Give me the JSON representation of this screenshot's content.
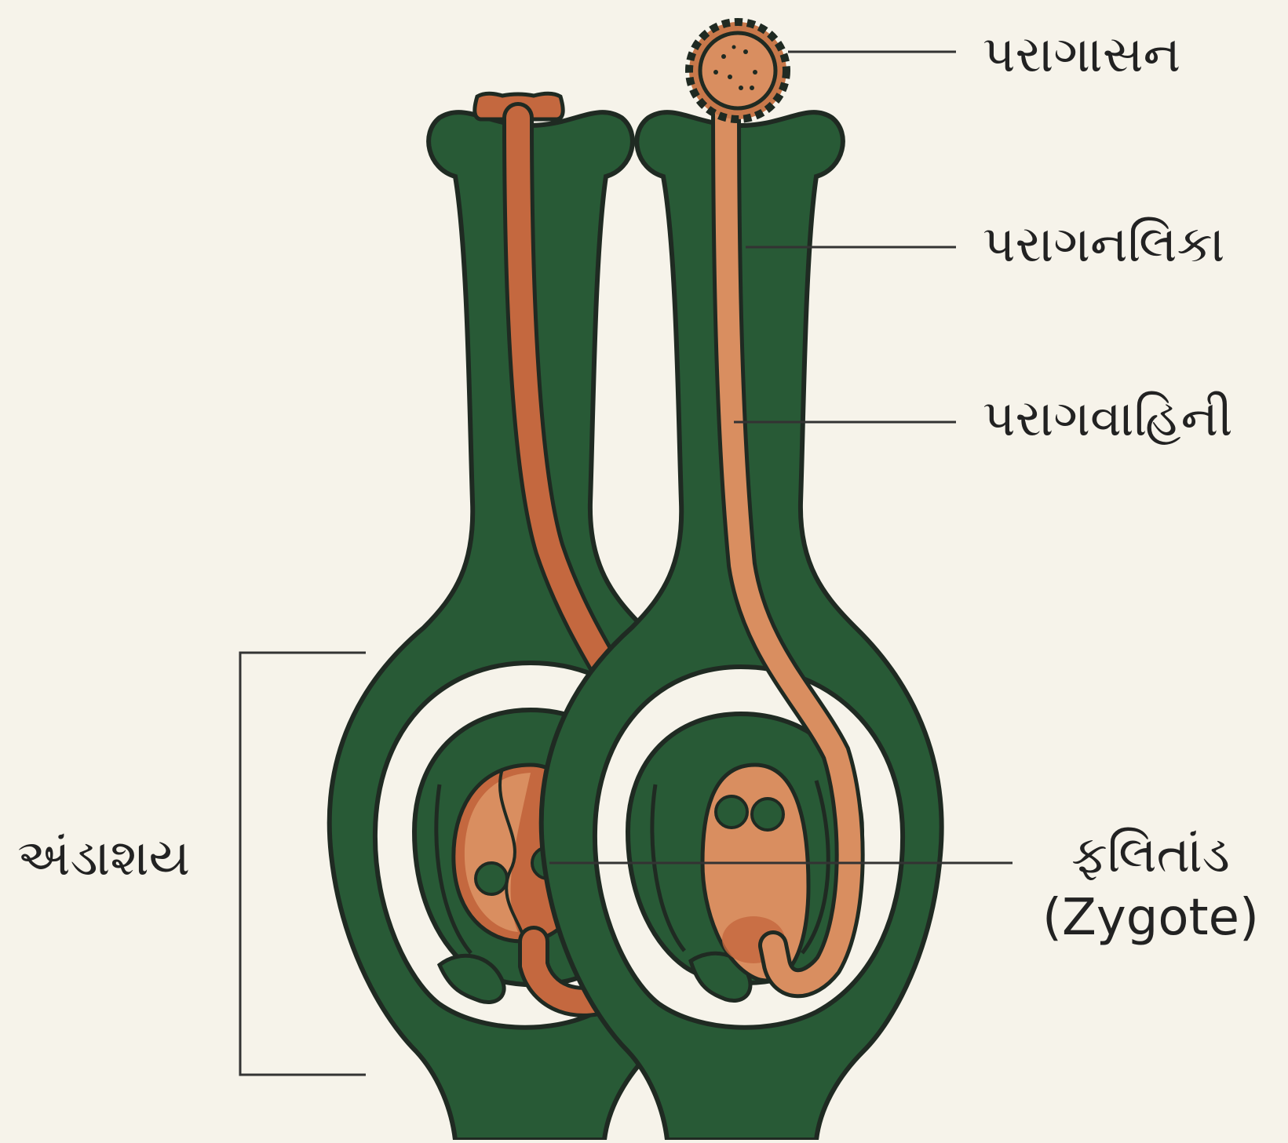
{
  "labels": {
    "stigma": "પરાગાસન",
    "pollen_tube": "પરાગનલિકા",
    "style": "પરાગવાહિની",
    "ovary": "અંડાશય",
    "zygote_gu": "ફલિતાંડ",
    "zygote_en": "(Zygote)"
  },
  "colors": {
    "background": "#f6f3ea",
    "pistil": "#285a36",
    "tube": "#c4683f",
    "tube_light": "#d98e60",
    "pollen": "#c8784a",
    "outline": "#1f2a22",
    "leader": "#333333"
  }
}
